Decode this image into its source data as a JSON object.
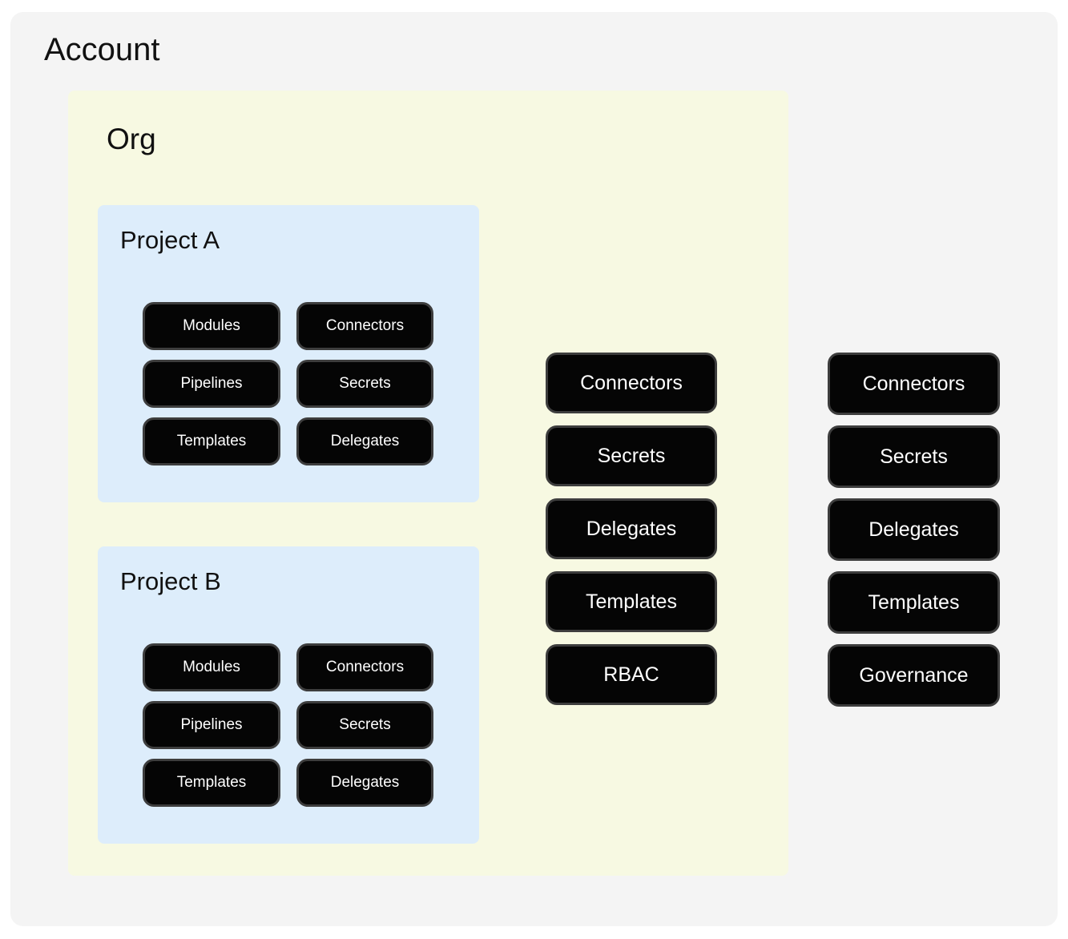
{
  "account": {
    "title": "Account",
    "resources": [
      "Connectors",
      "Secrets",
      "Delegates",
      "Templates",
      "Governance"
    ]
  },
  "org": {
    "title": "Org",
    "resources": [
      "Connectors",
      "Secrets",
      "Delegates",
      "Templates",
      "RBAC"
    ],
    "projects": [
      {
        "title": "Project A",
        "resources": [
          "Modules",
          "Connectors",
          "Pipelines",
          "Secrets",
          "Templates",
          "Delegates"
        ]
      },
      {
        "title": "Project B",
        "resources": [
          "Modules",
          "Connectors",
          "Pipelines",
          "Secrets",
          "Templates",
          "Delegates"
        ]
      }
    ]
  },
  "colors": {
    "account_bg": "#f4f4f4",
    "org_bg": "#f7f9e2",
    "project_bg": "#ddedfb",
    "pill_bg": "#050505",
    "pill_border": "#3d3d3d",
    "pill_text": "#ffffff"
  }
}
